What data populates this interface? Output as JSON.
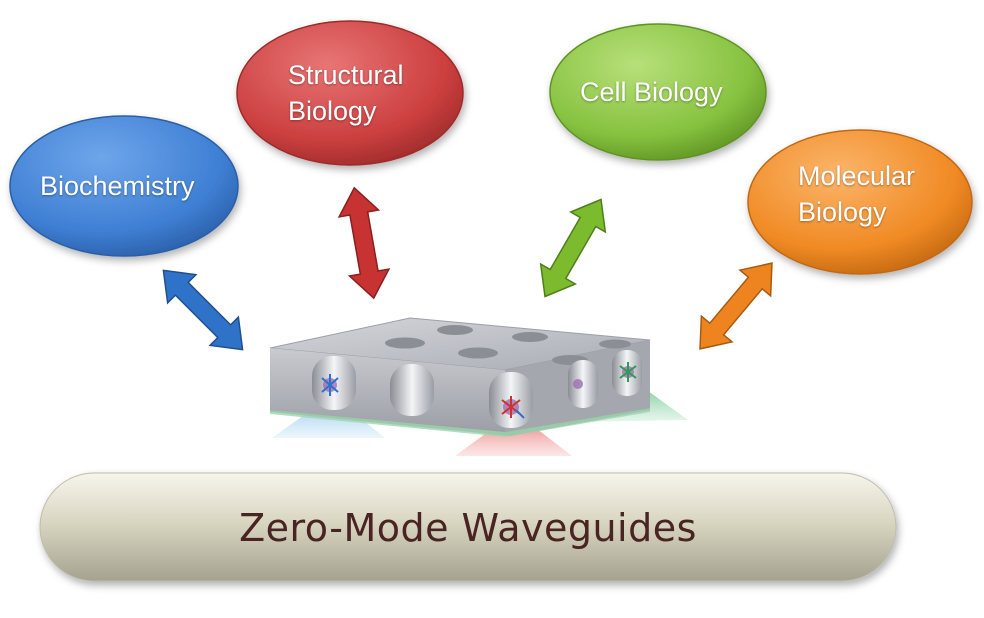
{
  "nodes": {
    "biochemistry": {
      "label": "Biochemistry",
      "color": "#3f7fd4"
    },
    "structural": {
      "label_line1": "Structural",
      "label_line2": "Biology",
      "color": "#cc3f3f"
    },
    "cell": {
      "label": "Cell Biology",
      "color": "#86c23f"
    },
    "molecular": {
      "label_line1": "Molecular",
      "label_line2": "Biology",
      "color": "#f08a24"
    }
  },
  "banner": {
    "label": "Zero-Mode Waveguides"
  },
  "colors": {
    "arrow_blue": "#2f73c9",
    "arrow_red": "#c73232",
    "arrow_green": "#7cbb2e",
    "arrow_orange": "#ee8420",
    "chip": "#b9bcc3"
  }
}
